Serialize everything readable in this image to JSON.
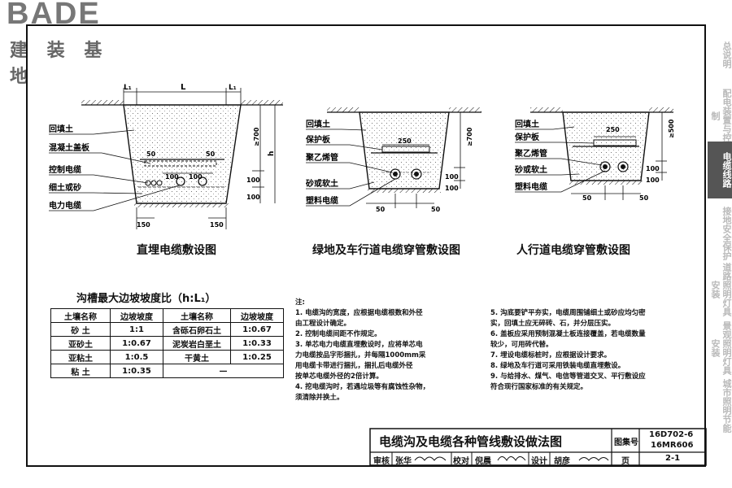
{
  "logo": {
    "brand": "BADE",
    "brand_cn": "建 装 基 地"
  },
  "side_nav": [
    {
      "label": "总说明",
      "active": false
    },
    {
      "label": "配电装置与控制",
      "active": false
    },
    {
      "label": "电缆线路",
      "active": true
    },
    {
      "label": "接地安全保护",
      "active": false
    },
    {
      "label": "道路照明灯具安装",
      "active": false
    },
    {
      "label": "景观照明灯具安装",
      "active": false
    },
    {
      "label": "城市照明节能",
      "active": false
    }
  ],
  "diagram1": {
    "title": "直埋电缆敷设图",
    "labels": [
      "回填土",
      "混凝土盖板",
      "控制电缆",
      "细土或砂",
      "电力电缆"
    ],
    "dims": {
      "l1": "L₁",
      "l": "L",
      "l1b": "L₁",
      "d50a": "50",
      "d50b": "50",
      "d100a": "100",
      "d100b": "100",
      "h700": "≥700",
      "h": "h",
      "v100a": "100",
      "v100b": "100",
      "b150a": "150",
      "b150b": "150"
    }
  },
  "diagram2": {
    "title": "绿地及车行道电缆穿管敷设图",
    "labels": [
      "回填土",
      "保护板",
      "聚乙烯管",
      "砂或软土",
      "塑料电缆"
    ],
    "dims": {
      "w250": "250",
      "h700": "≥700",
      "v100a": "100",
      "v100b": "100",
      "b50a": "50",
      "b50b": "50"
    }
  },
  "diagram3": {
    "title": "人行道电缆穿管敷设图",
    "labels": [
      "回填土",
      "保护板",
      "聚乙烯管",
      "砂或软土",
      "塑料电缆"
    ],
    "dims": {
      "w250": "250",
      "h500": "≥500",
      "v100a": "100",
      "v100b": "100",
      "b50a": "50",
      "b50b": "50"
    }
  },
  "slope_table": {
    "title": "沟槽最大边坡坡度比（h:L₁）",
    "headers": [
      "土壤名称",
      "边坡坡度",
      "土壤名称",
      "边坡坡度"
    ],
    "rows": [
      [
        "砂  土",
        "1:1",
        "含砾石卵石土",
        "1:0.67"
      ],
      [
        "亚砂土",
        "1:0.67",
        "泥炭岩白垩土",
        "1:0.33"
      ],
      [
        "亚粘土",
        "1:0.5",
        "干黄土",
        "1:0.25"
      ],
      [
        "粘  土",
        "1:0.35",
        "",
        "—"
      ]
    ]
  },
  "notes": {
    "heading": "注:",
    "left": [
      "1. 电缆沟的宽度，应根据电缆根数和外径",
      "   由工程设计确定。",
      "2. 控制电缆间距不作规定。",
      "3. 单芯电力电缆直埋敷设时，应将单芯电",
      "   力电缆按品字形捆扎，并每隔1000mm采",
      "   用电缆卡带进行捆扎，捆扎后电缆外径",
      "   按单芯电缆外径的2倍计算。",
      "4. 挖电缆沟时，若遇垃圾等有腐蚀性杂物，",
      "   须清除并换土。"
    ],
    "right": [
      "5. 沟底要铲平夯实，电缆周围铺细土或砂应均匀密",
      "   实，回填土应无碎砖、石，并分层压实。",
      "6. 盖板应采用预制混凝土板连接覆盖，若电缆数量",
      "   较少，可用砖代替。",
      "7. 埋设电缆标桩时，应根据设计要求。",
      "8. 绿地及车行道可采用铁装电缆直埋敷设。",
      "9. 与给排水、煤气、电信等管道交叉、平行敷设应",
      "   符合现行国家标准的有关规定。"
    ]
  },
  "title_block": {
    "title": "电缆沟及电缆各种管线敷设做法图",
    "atlas_label": "图集号",
    "atlas_no": "16D702-6",
    "atlas_no2": "16MR606",
    "review_label": "审核",
    "reviewer": "张华",
    "check_label": "校对",
    "checker": "倪晨",
    "design_label": "设计",
    "designer": "胡彦",
    "page_label": "页",
    "page_no": "2-1"
  }
}
